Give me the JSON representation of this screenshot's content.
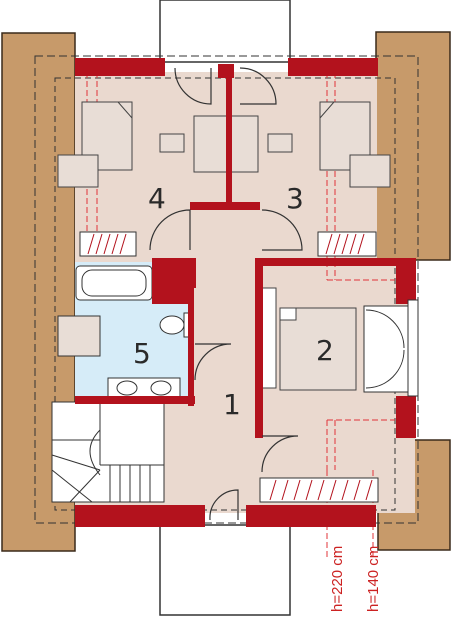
{
  "rooms": [
    {
      "number": "1"
    },
    {
      "number": "2"
    },
    {
      "number": "3"
    },
    {
      "number": "4"
    },
    {
      "number": "5"
    }
  ],
  "heights": {
    "h220": "h=220 cm",
    "h140": "h=140 cm"
  },
  "colors": {
    "roof": "#c79a6a",
    "wall": "#b3121d",
    "floor": "#ead9cf",
    "bath": "#d6ecf8",
    "window": "#ffffff",
    "dash_red": "#e0343a"
  }
}
